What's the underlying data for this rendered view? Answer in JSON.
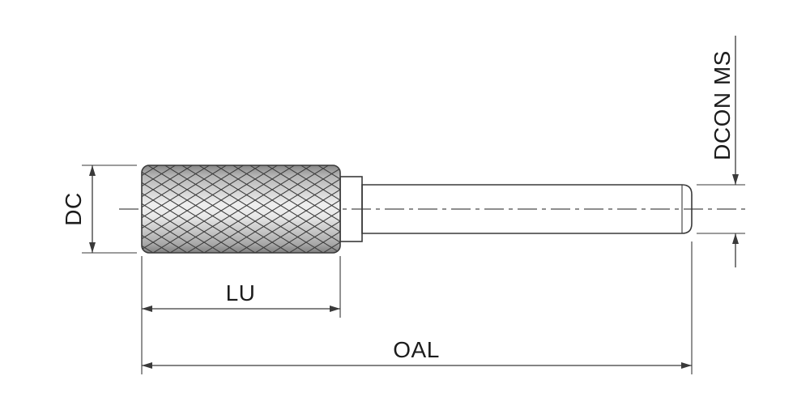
{
  "labels": {
    "dc": "DC",
    "lu": "LU",
    "oal": "OAL",
    "dcon": "DCON MS"
  },
  "colors": {
    "line": "#3a3a3a",
    "text": "#1c1c1c",
    "background": "#ffffff"
  }
}
